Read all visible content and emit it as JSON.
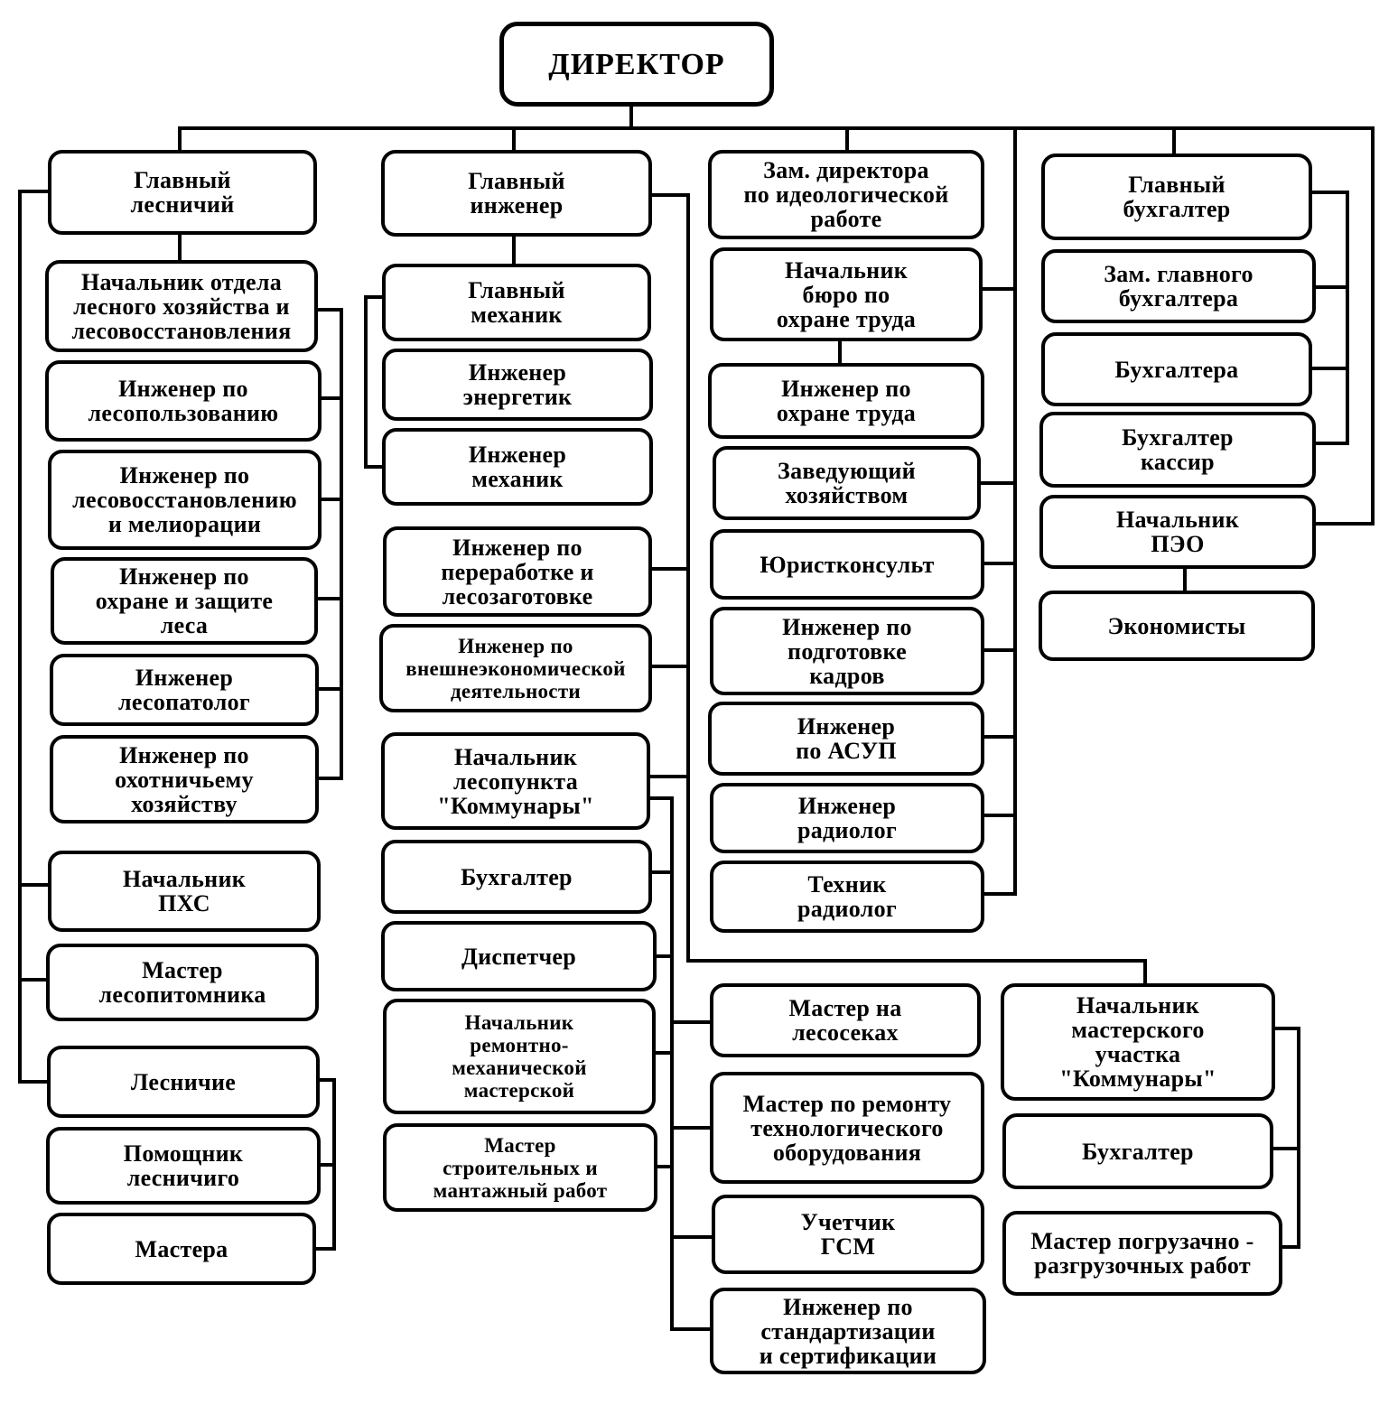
{
  "colors": {
    "line": "#000000",
    "box_border": "#000000",
    "background": "#ffffff"
  },
  "director": "ДИРЕКТОР",
  "col1": {
    "head": "Главный\nлесничий",
    "units": [
      "Начальник отдела\nлесного хозяйства и\nлесовосстановления",
      "Инженер по\nлесопользованию",
      "Инженер по\nлесовосстановлению\nи мелиорации",
      "Инженер по\nохране и защите\nлеса",
      "Инженер\nлесопатолог",
      "Инженер по\nохотничьему\nхозяйству"
    ],
    "pkhs": "Начальник\nПХС",
    "nursery": "Мастер\nлесопитомника",
    "foresters": "Лесничие",
    "forester_units": [
      "Помощник\nлесничиго",
      "Мастера"
    ]
  },
  "col2": {
    "head": "Главный\nинженер",
    "mech_group": [
      "Главный\nмеханик",
      "Инженер\nэнергетик",
      "Инженер\nмеханик"
    ],
    "processing": "Инженер по\nпереработке и\nлесозаготовке",
    "foreign": "Инженер по\nвнешнеэкономической\nдеятельности",
    "logpoint": "Начальник\nлесопункта\n\"Коммунары\"",
    "logpoint_units": [
      "Бухгалтер",
      "Диспетчер",
      "Начальник\nремонтно-\nмеханической\nмастерской",
      "Мастер\nстроительных и\nмантажный работ"
    ]
  },
  "col3": {
    "head": "Зам. директора\nпо идеологической\nработе",
    "safety_head": "Начальник\nбюро по\nохране труда",
    "safety_eng": "Инженер по\nохране труда",
    "units": [
      "Заведующий\nхозяйством",
      "Юристконсульт",
      "Инженер по\nподготовке\nкадров",
      "Инженер\nпо АСУП",
      "Инженер\nрадиолог",
      "Техник\nрадиолог"
    ]
  },
  "col4": {
    "head": "Главный\nбухгалтер",
    "units": [
      "Зам. главного\nбухгалтера",
      "Бухгалтера",
      "Бухгалтер\nкассир"
    ],
    "peo": "Начальник\nПЭО",
    "economists": "Экономисты"
  },
  "logpoint_right": [
    "Мастер на\nлесосеках",
    "Мастер по ремонту\nтехнологического\nоборудования",
    "Учетчик\nГСМ",
    "Инженер по\nстандартизации\nи сертификации"
  ],
  "workshop": {
    "head": "Начальник\nмастерского\nучастка\n\"Коммунары\"",
    "units": [
      "Бухгалтер",
      "Мастер погрузачно -\nразгрузочных работ"
    ]
  }
}
